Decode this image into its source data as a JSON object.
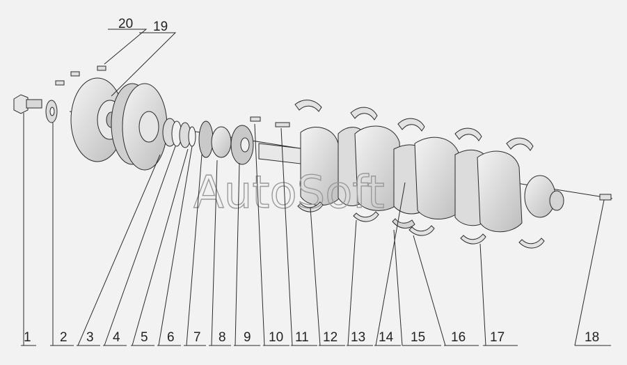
{
  "colors": {
    "background": "#f2f2f2",
    "line": "#2a2a2a",
    "part_fill": "#e4e4e4",
    "shade": "#b8b8b8"
  },
  "callouts": [
    "1",
    "2",
    "3",
    "4",
    "5",
    "6",
    "7",
    "8",
    "9",
    "10",
    "11",
    "12",
    "13",
    "14",
    "15",
    "16",
    "17",
    "18",
    "19",
    "20"
  ],
  "watermark": "AutoSoft"
}
